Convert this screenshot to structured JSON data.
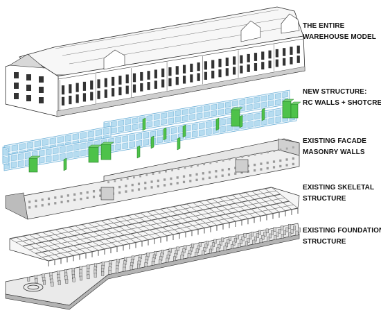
{
  "layers": [
    {
      "id": "warehouse",
      "line1": "THE ENTIRE",
      "line2": "WAREHOUSE MODEL"
    },
    {
      "id": "new-structure",
      "line1": "NEW STRUCTURE:",
      "line2": "RC WALLS + SHOTCRETE"
    },
    {
      "id": "facade",
      "line1": "EXISTING FACADE",
      "line2": "MASONRY WALLS"
    },
    {
      "id": "skeletal",
      "line1": "EXISTING SKELETAL",
      "line2": "STRUCTURE"
    },
    {
      "id": "foundation",
      "line1": "EXISTING FOUNDATION",
      "line2": "STRUCTURE"
    }
  ],
  "colors": {
    "line": "#2a2a2a",
    "wall_gray": "#e6e6e6",
    "wall_dark": "#bcbcbc",
    "grid_blue": "#b6dcf0",
    "grid_blue_line": "#5fa8d3",
    "rc_green": "#4ec24a",
    "rc_green_dark": "#1f7a22",
    "window_dark": "#333333"
  }
}
